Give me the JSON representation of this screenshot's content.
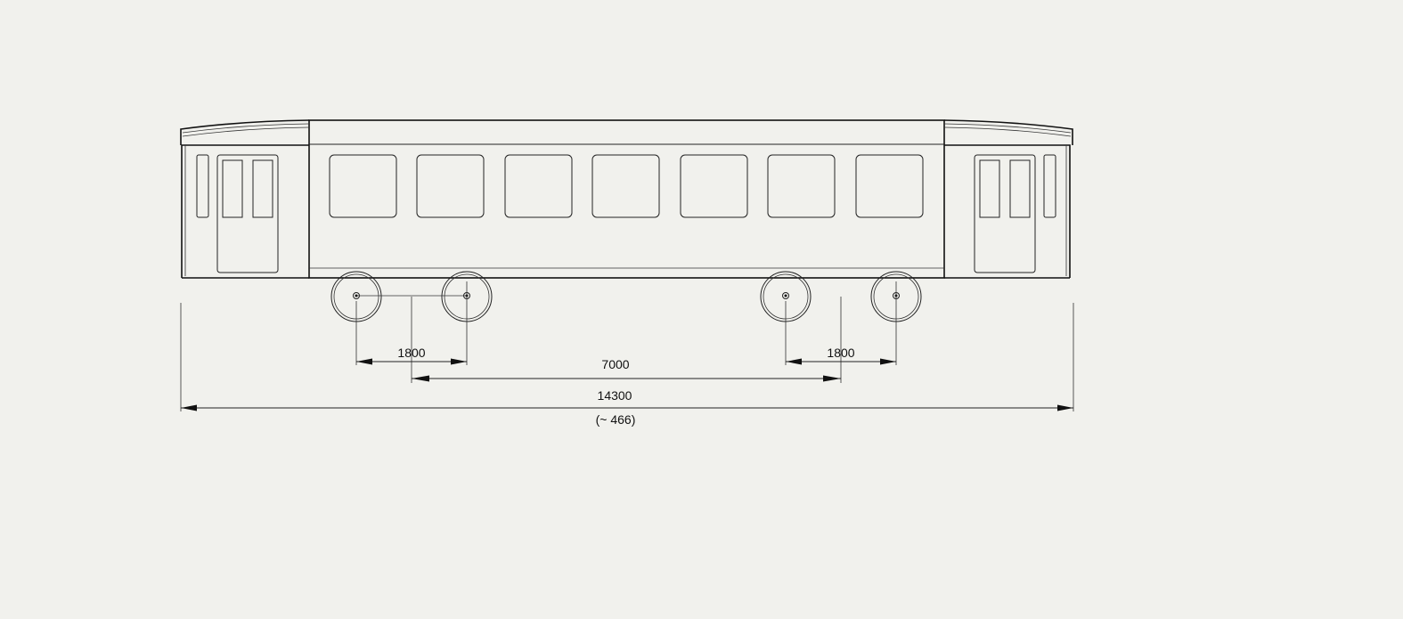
{
  "drawing": {
    "dimensions": {
      "axle_spacing_left": "1800",
      "axle_spacing_right": "1800",
      "bogie_centers": "7000",
      "overall_length": "14300",
      "overall_length_alt": "(~ 466)"
    },
    "line_color": "#111111",
    "background_color": "#f1f1ed"
  }
}
